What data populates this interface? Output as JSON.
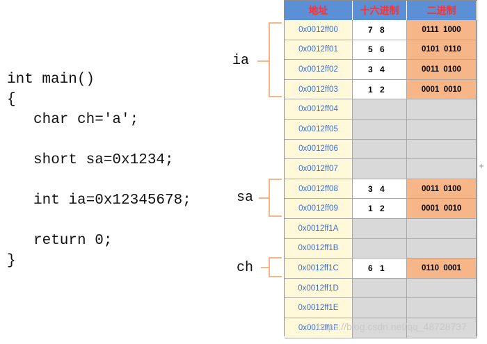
{
  "code": {
    "lines": [
      {
        "text": "int main()",
        "indent": false
      },
      {
        "text": "{",
        "indent": false
      },
      {
        "text": "char ch='a';",
        "indent": true
      },
      {
        "text": "",
        "indent": true
      },
      {
        "text": "short sa=0x1234;",
        "indent": true
      },
      {
        "text": "",
        "indent": true
      },
      {
        "text": "int ia=0x12345678;",
        "indent": true
      },
      {
        "text": "",
        "indent": true
      },
      {
        "text": "return 0;",
        "indent": true
      },
      {
        "text": "}",
        "indent": false
      }
    ]
  },
  "table": {
    "headers": {
      "address": "地址",
      "hex": "十六进制",
      "binary": "二进制"
    },
    "rows": [
      {
        "addr": "0x0012ff00",
        "hex": [
          "7",
          "8"
        ],
        "bin": "0111  1000",
        "filled": true
      },
      {
        "addr": "0x0012ff01",
        "hex": [
          "5",
          "6"
        ],
        "bin": "0101  0110",
        "filled": true
      },
      {
        "addr": "0x0012ff02",
        "hex": [
          "3",
          "4"
        ],
        "bin": "0011  0100",
        "filled": true
      },
      {
        "addr": "0x0012ff03",
        "hex": [
          "1",
          "2"
        ],
        "bin": "0001  0010",
        "filled": true
      },
      {
        "addr": "0x0012ff04",
        "hex": [
          "",
          ""
        ],
        "bin": "",
        "filled": false
      },
      {
        "addr": "0x0012ff05",
        "hex": [
          "",
          ""
        ],
        "bin": "",
        "filled": false
      },
      {
        "addr": "0x0012ff06",
        "hex": [
          "",
          ""
        ],
        "bin": "",
        "filled": false
      },
      {
        "addr": "0x0012ff07",
        "hex": [
          "",
          ""
        ],
        "bin": "",
        "filled": false
      },
      {
        "addr": "0x0012ff08",
        "hex": [
          "3",
          "4"
        ],
        "bin": "0011  0100",
        "filled": true
      },
      {
        "addr": "0x0012ff09",
        "hex": [
          "1",
          "2"
        ],
        "bin": "0001  0010",
        "filled": true
      },
      {
        "addr": "0x0012ff1A",
        "hex": [
          "",
          ""
        ],
        "bin": "",
        "filled": false
      },
      {
        "addr": "0x0012ff1B",
        "hex": [
          "",
          ""
        ],
        "bin": "",
        "filled": false
      },
      {
        "addr": "0x0012ff1C",
        "hex": [
          "6",
          "1"
        ],
        "bin": "0110  0001",
        "filled": true
      },
      {
        "addr": "0x0012ff1D",
        "hex": [
          "",
          ""
        ],
        "bin": "",
        "filled": false
      },
      {
        "addr": "0x0012ff1E",
        "hex": [
          "",
          ""
        ],
        "bin": "",
        "filled": false
      },
      {
        "addr": "0x0012ff1F",
        "hex": [
          "",
          ""
        ],
        "bin": "",
        "filled": false
      }
    ]
  },
  "labels": {
    "ia": "ia",
    "sa": "sa",
    "ch": "ch"
  },
  "watermark": "https://blog.csdn.net/qq_48728737",
  "colors": {
    "header_bg": "#5b8fd6",
    "header_text": "#ff3030",
    "addr_bg": "#fff9d9",
    "bin_fill": "#f6b688",
    "bracket": "#f0a060"
  }
}
